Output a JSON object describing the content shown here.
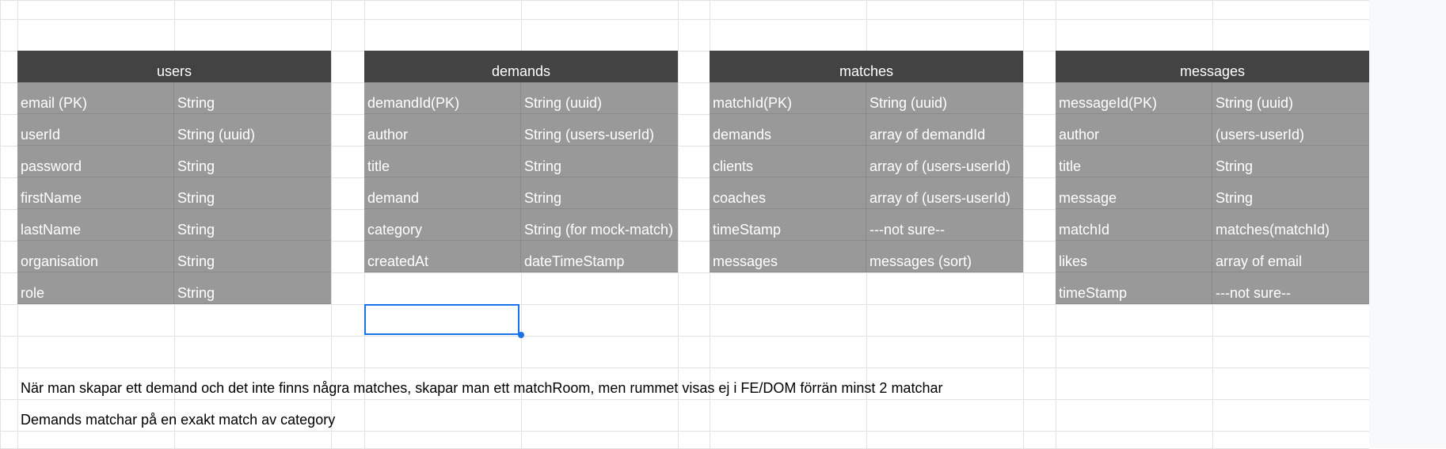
{
  "sheet": {
    "tables": [
      {
        "title": "users",
        "rows": [
          [
            "email (PK)",
            "String"
          ],
          [
            "userId",
            "String (uuid)"
          ],
          [
            "password",
            "String"
          ],
          [
            "firstName",
            "String"
          ],
          [
            "lastName",
            "String"
          ],
          [
            "organisation",
            "String"
          ],
          [
            "role",
            "String"
          ]
        ]
      },
      {
        "title": "demands",
        "rows": [
          [
            "demandId(PK)",
            "String (uuid)"
          ],
          [
            "author",
            "String (users-userId)"
          ],
          [
            "title",
            "String"
          ],
          [
            "demand",
            "String"
          ],
          [
            "category",
            "String (for mock-match)"
          ],
          [
            "createdAt",
            "dateTimeStamp"
          ]
        ]
      },
      {
        "title": "matches",
        "rows": [
          [
            "matchId(PK)",
            "String (uuid)"
          ],
          [
            "demands",
            "array of demandId"
          ],
          [
            "clients",
            "array of (users-userId)"
          ],
          [
            "coaches",
            "array of (users-userId)"
          ],
          [
            "timeStamp",
            "---not sure--"
          ],
          [
            "messages",
            "messages (sort)"
          ]
        ]
      },
      {
        "title": "messages",
        "rows": [
          [
            "messageId(PK)",
            "String (uuid)"
          ],
          [
            "author",
            "(users-userId)"
          ],
          [
            "title",
            "String"
          ],
          [
            "message",
            "String"
          ],
          [
            "matchId",
            "matches(matchId)"
          ],
          [
            "likes",
            "array of email"
          ],
          [
            "timeStamp",
            "---not sure--"
          ]
        ]
      }
    ],
    "notes": [
      "När man skapar ett demand och det inte finns några matches, skapar man ett matchRoom, men rummet visas ej i FE/DOM förrän minst 2 matchar",
      "Demands matchar på en exakt match av category"
    ]
  },
  "colors": {
    "header_bg": "#434343",
    "cell_bg": "#999999",
    "selection": "#1a73e8",
    "gridline": "#e2e2e2"
  }
}
